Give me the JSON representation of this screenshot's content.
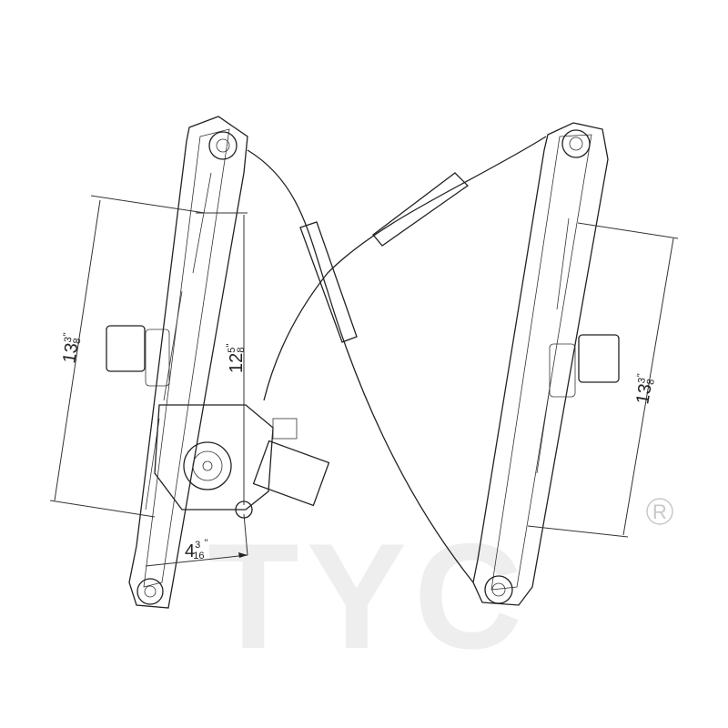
{
  "watermark": {
    "brand": "TYC",
    "registered_mark": "R"
  },
  "dimensions": {
    "left_rail_length": {
      "whole": "13",
      "num": "3",
      "den": "8",
      "unit": "\""
    },
    "motor_to_top": {
      "whole": "12",
      "num": "5",
      "den": "8",
      "unit": "\""
    },
    "motor_offset": {
      "whole": "4",
      "num": "3",
      "den": "16",
      "unit": "\""
    },
    "right_rail_length": {
      "whole": "13",
      "num": "3",
      "den": "8",
      "unit": "\""
    }
  }
}
